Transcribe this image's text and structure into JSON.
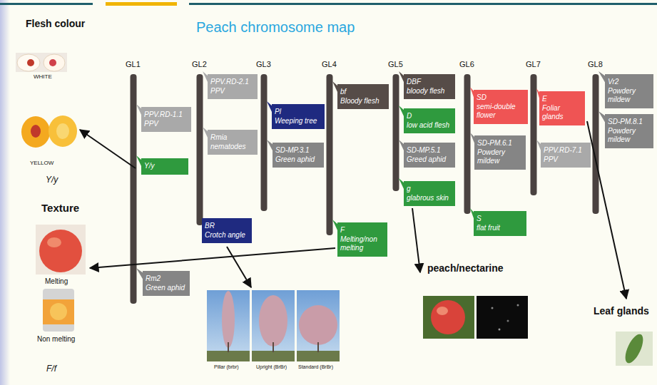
{
  "diagram": {
    "title": "Peach chromosome map",
    "nodes": [
      {
        "text": [
          "PPV.RD-1.1",
          "PPV"
        ]
      },
      {
        "text": [
          "Y/y"
        ]
      },
      {
        "text": [
          "Rm2",
          "Green aphid"
        ]
      },
      {
        "text": [
          "PPV.RD-2.1",
          "PPV"
        ]
      },
      {
        "text": [
          "Rmia",
          "nematodes"
        ]
      },
      {
        "text": [
          "BR",
          "Crotch angle"
        ]
      },
      {
        "text": [
          "Pl",
          "Weeping tree"
        ]
      },
      {
        "text": [
          "SD-MP.3.1",
          "Green aphid"
        ]
      },
      {
        "text": [
          "bf",
          "Bloody flesh"
        ]
      },
      {
        "text": [
          "F",
          "Melting/non melting"
        ]
      },
      {
        "text": [
          "DBF",
          "bloody flesh"
        ]
      },
      {
        "text": [
          "D",
          "low acid flesh"
        ]
      },
      {
        "text": [
          "SD-MP.5.1",
          "Greed aphid"
        ]
      },
      {
        "text": [
          "g",
          "glabrous skin"
        ]
      },
      {
        "text": [
          "SD",
          "semi-double flower"
        ]
      },
      {
        "text": [
          "SD-PM.6.1",
          "Powdery mildew"
        ]
      },
      {
        "text": [
          "S",
          "flat fruit"
        ]
      },
      {
        "text": [
          "E",
          "Foliar glands"
        ]
      },
      {
        "text": [
          "PPV.RD-7.1",
          "PPV"
        ]
      },
      {
        "text": [
          "Vr2",
          "Powdery mildew"
        ]
      },
      {
        "text": [
          "SD-PM.8.1",
          "Powdery mildew"
        ]
      }
    ],
    "labels": [
      "Flesh colour",
      "WHITE",
      "YELLOW",
      "Y/y",
      "Texture",
      "Melting",
      "Non melting",
      "F/f",
      "GL1",
      "GL2",
      "GL3",
      "GL4",
      "GL5",
      "GL6",
      "GL7",
      "GL8",
      "peach/nectarine",
      "Leaf glands",
      "Pillar (brbr)",
      "Upright (BrBr)",
      "Standard (BrBr)"
    ]
  }
}
